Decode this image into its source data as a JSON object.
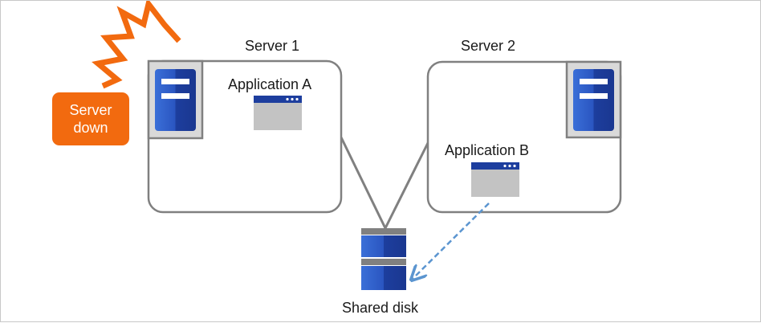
{
  "servers": [
    {
      "name": "Server 1",
      "application": "Application A"
    },
    {
      "name": "Server 2",
      "application": "Application B"
    }
  ],
  "shared_disk": {
    "label": "Shared disk"
  },
  "alert": {
    "line1": "Server",
    "line2": "down"
  },
  "colors": {
    "server_blue": "#1d3e9e",
    "server_light": "#3a6fd8",
    "alert_orange": "#f26a0f",
    "window_gray": "#c3c3c3",
    "arrow_blue": "#5b95d0",
    "border_gray": "#808080"
  }
}
